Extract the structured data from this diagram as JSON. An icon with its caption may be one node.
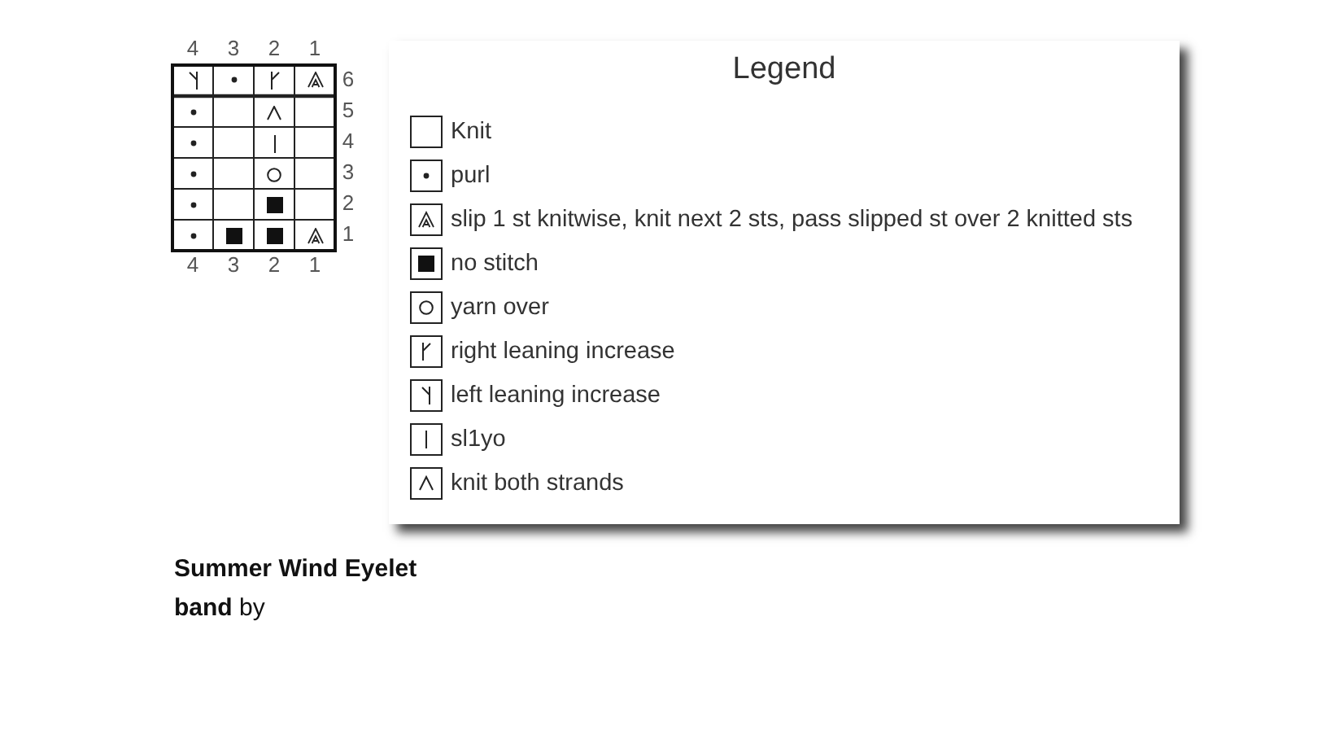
{
  "diagram": {
    "caption": "**Summer Wind Eyelet band** by",
    "labels": [
      "4",
      "3",
      "2",
      "1",
      "6",
      "5",
      "4",
      "3",
      "2",
      "1",
      "4",
      "3",
      "2",
      "1",
      "Legend"
    ],
    "legend": [
      {
        "text": "Knit"
      },
      {
        "text": "purl"
      },
      {
        "text": "slip 1 st knitwise, knit next 2 sts, pass slipped st over 2 knitted sts"
      },
      {
        "text": "no stitch"
      },
      {
        "text": "yarn over"
      },
      {
        "text": "right leaning increase"
      },
      {
        "text": "left leaning increase"
      },
      {
        "text": "sl1yo"
      },
      {
        "text": "knit both strands"
      }
    ]
  }
}
